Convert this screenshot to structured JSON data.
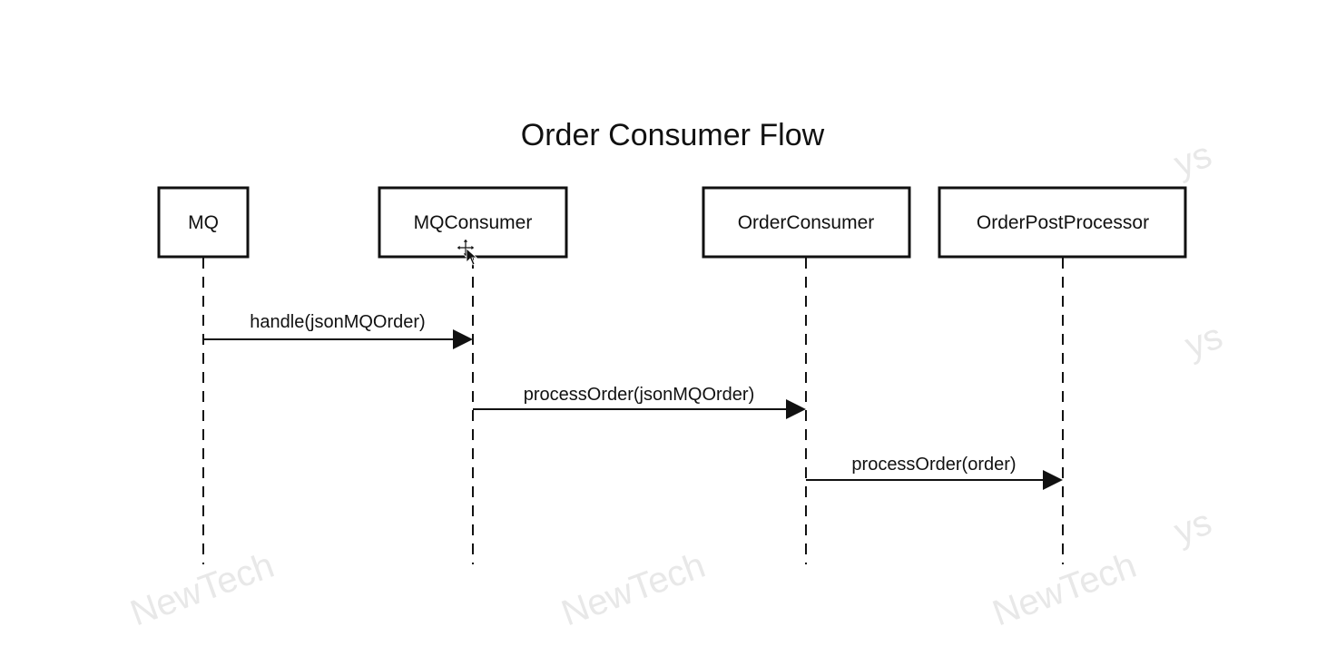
{
  "title": "Order Consumer Flow",
  "participants": [
    {
      "id": "mq",
      "label": "MQ"
    },
    {
      "id": "mqconsumer",
      "label": "MQConsumer"
    },
    {
      "id": "orderconsumer",
      "label": "OrderConsumer"
    },
    {
      "id": "orderpostprocessor",
      "label": "OrderPostProcessor"
    }
  ],
  "messages": [
    {
      "from": "mq",
      "to": "mqconsumer",
      "label": "handle(jsonMQOrder)"
    },
    {
      "from": "mqconsumer",
      "to": "orderconsumer",
      "label": "processOrder(jsonMQOrder)"
    },
    {
      "from": "orderconsumer",
      "to": "orderpostprocessor",
      "label": "processOrder(order)"
    }
  ],
  "watermark": {
    "text": "NewTech",
    "side_text": "ys",
    "color": "#e8e8e8"
  },
  "colors": {
    "line": "#111111",
    "background": "#ffffff"
  }
}
